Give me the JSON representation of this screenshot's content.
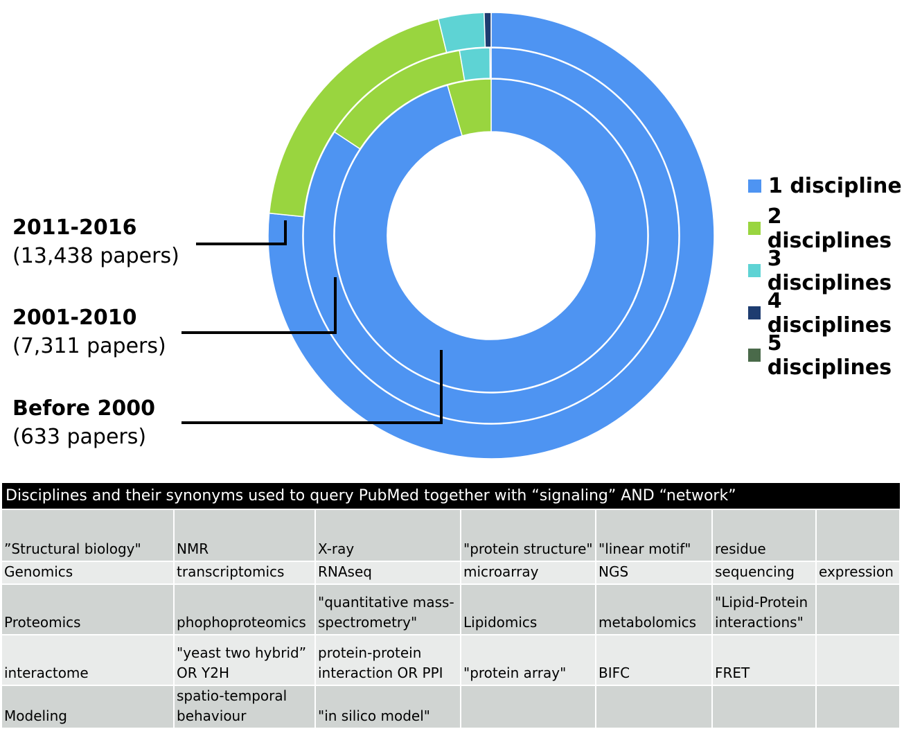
{
  "chart_data": {
    "type": "donut",
    "rings": [
      {
        "name": "2011-2016",
        "count": "(13,438 papers)",
        "values": [
          76.6,
          19.6,
          3.3,
          0.5,
          0.0
        ]
      },
      {
        "name": "2001-2010",
        "count": "(7,311 papers)",
        "values": [
          84.3,
          13.0,
          2.6,
          0.1,
          0.0
        ]
      },
      {
        "name": "Before 2000",
        "count": "(633 papers)",
        "values": [
          95.5,
          4.5,
          0.0,
          0.0,
          0.0
        ]
      }
    ],
    "categories": [
      "1 discipline",
      "2 disciplines",
      "3 disciplines",
      "4 disciplines",
      "5 disciplines"
    ],
    "colors": [
      "#4e94f2",
      "#99d53f",
      "#5ed3d4",
      "#1e3c70",
      "#4a6a4a"
    ],
    "legend_position": "right"
  },
  "table": {
    "title": "Disciplines and their synonyms used to query PubMed together with “signaling” AND “network”",
    "rows": [
      [
        "”Structural biology\"",
        "NMR",
        "X-ray",
        "\"protein structure\"",
        "\"linear motif\"",
        "residue",
        ""
      ],
      [
        "Genomics",
        "transcriptomics",
        "RNAseq",
        "microarray",
        "NGS",
        "sequencing",
        "expression"
      ],
      [
        "Proteomics",
        "phophoproteomics",
        "\"quantitative mass-spectrometry\"",
        "Lipidomics",
        "metabolomics",
        "\"Lipid-Protein interactions\"",
        ""
      ],
      [
        "interactome",
        "\"yeast two hybrid” OR Y2H",
        "protein-protein interaction OR PPI",
        "\"protein array\"",
        "BIFC",
        "FRET",
        ""
      ],
      [
        "Modeling",
        "spatio-temporal behaviour",
        "\"in silico model\"",
        "",
        "",
        "",
        ""
      ]
    ]
  }
}
